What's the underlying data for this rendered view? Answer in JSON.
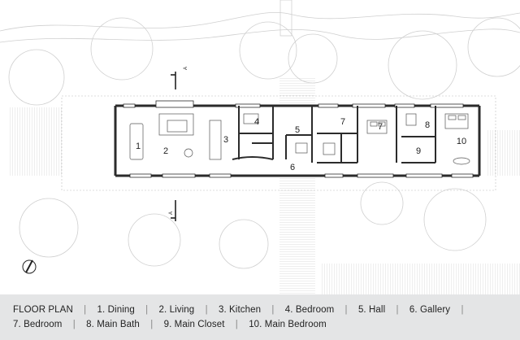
{
  "plan": {
    "rooms": [
      {
        "num": "1"
      },
      {
        "num": "2"
      },
      {
        "num": "3"
      },
      {
        "num": "4"
      },
      {
        "num": "5"
      },
      {
        "num": "6"
      },
      {
        "num": "7"
      },
      {
        "num": "7"
      },
      {
        "num": "8"
      },
      {
        "num": "9"
      },
      {
        "num": "10"
      }
    ],
    "section_marks": [
      {
        "label": "A"
      },
      {
        "label": "A"
      }
    ]
  },
  "legend": {
    "title": "FLOOR PLAN",
    "line1": [
      "1. Dining",
      "2. Living",
      "3. Kitchen",
      "4. Bedroom",
      "5. Hall",
      "6. Gallery"
    ],
    "line2": [
      "7. Bedroom",
      "8. Main Bath",
      "9. Main Closet",
      "10. Main Bedroom"
    ],
    "separator": "|"
  }
}
